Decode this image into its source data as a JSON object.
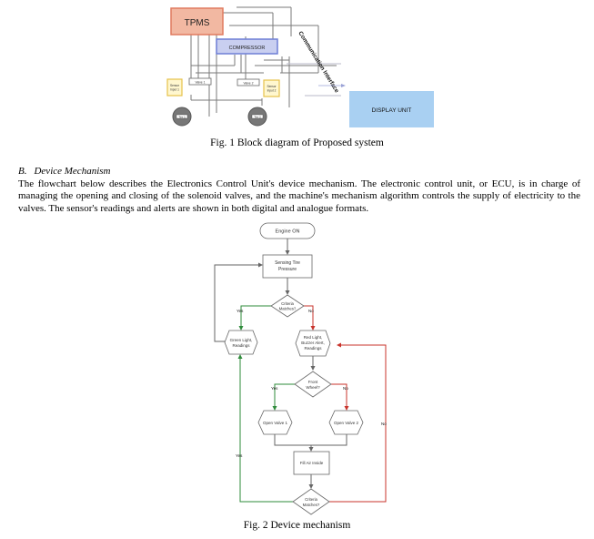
{
  "figure1": {
    "blocks": {
      "tpms": "TPMS",
      "compressor": "COMPRESSOR",
      "valve1": "Valve 1",
      "valve2": "Valve 2",
      "sensor1": [
        "Sensor",
        "Input 1"
      ],
      "sensor2": [
        "Sensor",
        "Input 2"
      ],
      "tire1": "Tire 1",
      "tire2": "Tire 2",
      "display": "DISPLAY UNIT",
      "comm_interface": "Communication Interface"
    },
    "caption": "Fig. 1 Block diagram of Proposed system",
    "colors": {
      "tpms_fill": "#f2b8a2",
      "tpms_border": "#e07a5f",
      "compressor_fill": "#c9cff0",
      "compressor_border": "#6e7fd6",
      "sensor_fill": "#fff7cf",
      "sensor_border": "#e6c24a",
      "tire_fill": "#777777",
      "display_fill": "#a9d0f2"
    }
  },
  "section": {
    "number": "B.",
    "title": "Device Mechanism",
    "body": "The flowchart below describes the Electronics Control Unit's device mechanism. The electronic control unit, or ECU, is in charge of managing the opening and closing of the solenoid valves, and the machine's mechanism algorithm controls the supply of electricity to the valves. The sensor's readings and alerts are shown in both digital and analogue formats."
  },
  "figure2": {
    "nodes": {
      "engine_on": "Engine ON",
      "sensing": [
        "Sensing Tire",
        "Pressure"
      ],
      "criteria1": [
        "Criteria",
        "Matches?"
      ],
      "green": [
        "Green Light,",
        "Readings"
      ],
      "red": [
        "Red Light,",
        "Buzzer Alert,",
        "Readings"
      ],
      "front": [
        "Front",
        "Wheel?"
      ],
      "valve1": "Open Valve 1",
      "valve2": "Open Valve 2",
      "fill": "Fill Air Inside",
      "criteria2": [
        "Criteria",
        "Matches?"
      ]
    },
    "labels": {
      "yes1": "Yes",
      "no1": "No",
      "yes2": "Yes",
      "no2": "No",
      "yes3": "Yes",
      "no3": "No"
    },
    "colors": {
      "yes": "#2e8b3a",
      "no": "#c8332b"
    },
    "caption": "Fig. 2 Device mechanism"
  }
}
